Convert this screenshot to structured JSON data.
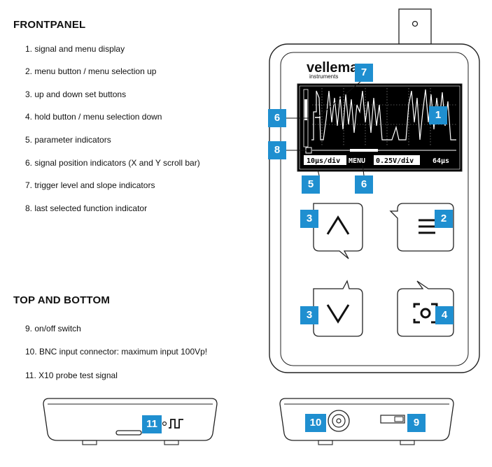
{
  "sections": {
    "front": {
      "title": "FRONTPANEL",
      "items": [
        "1. signal and menu display",
        "2. menu button / menu selection up",
        "3. up and down set buttons",
        "4. hold button / menu selection down",
        "5. parameter indicators",
        "6. signal position indicators (X and Y scroll bar)",
        "7. trigger level and slope indicators",
        "8. last selected function indicator"
      ]
    },
    "topbottom": {
      "title": "TOP AND BOTTOM",
      "items": [
        "9. on/off switch",
        "10. BNC input connector: maximum input 100Vp!",
        "11. X10 probe test signal"
      ]
    }
  },
  "device": {
    "brand": "velleman",
    "brand_sub": "instruments",
    "screen": {
      "left_label": "10µs/div",
      "mid_label": "MENU",
      "volt_label": "0.25V/div",
      "right_label": "64µs"
    }
  },
  "callouts": {
    "c1": "1",
    "c2": "2",
    "c3a": "3",
    "c3b": "3",
    "c4": "4",
    "c5": "5",
    "c6a": "6",
    "c6b": "6",
    "c7": "7",
    "c8": "8",
    "c9": "9",
    "c10": "10",
    "c11": "11"
  },
  "colors": {
    "accent": "#1f8fd0"
  }
}
